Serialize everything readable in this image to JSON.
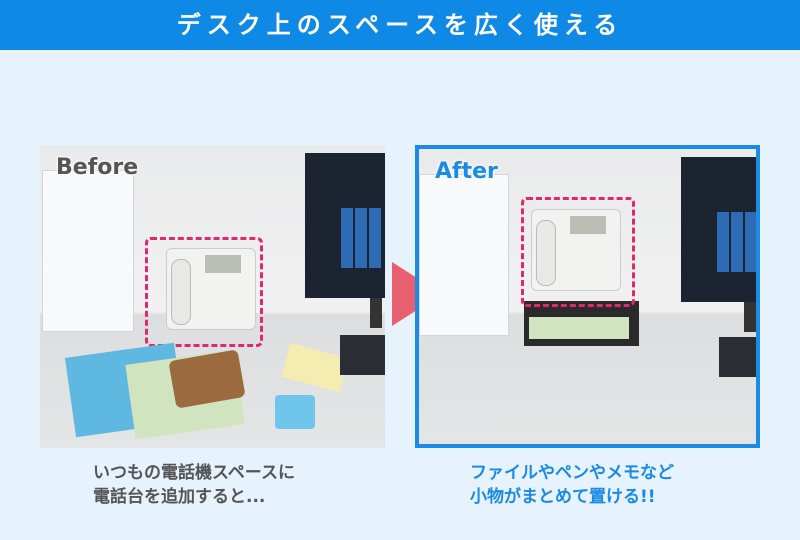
{
  "header": {
    "title": "デスク上のスペースを広く使える"
  },
  "before": {
    "label": "Before",
    "caption_line1": "いつもの電話機スペースに",
    "caption_line2": "電話台を追加すると..."
  },
  "after": {
    "label": "After",
    "caption_line1": "ファイルやペンやメモなど",
    "caption_line2": "小物がまとめて置ける!!"
  },
  "colors": {
    "header": "#0e8ae6",
    "accent_pink": "#e0286f",
    "arrow": "#e8606f",
    "background": "#e6f2fc"
  }
}
